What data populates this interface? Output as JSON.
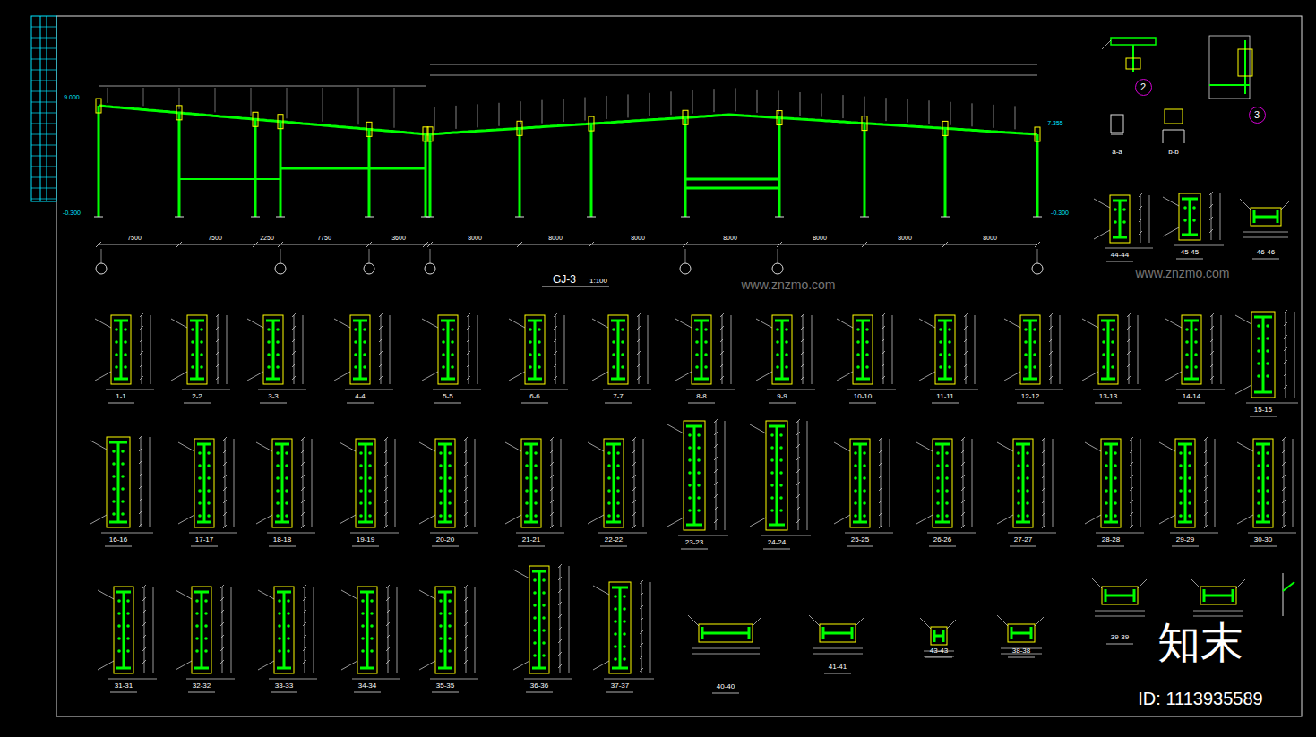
{
  "diagram": {
    "title": "GJ-3",
    "nodes": [
      {
        "text": [
          "2"
        ]
      },
      {
        "text": [
          "3"
        ]
      }
    ],
    "labels": [
      "1:100",
      "1-1",
      "2-2",
      "3-3",
      "4-4",
      "5-5",
      "6-6",
      "7-7",
      "8-8",
      "9-9",
      "10-10",
      "11-11",
      "12-12",
      "13-13",
      "14-14",
      "15-15",
      "16-16",
      "17-17",
      "18-18",
      "19-19",
      "20-20",
      "21-21",
      "22-22",
      "23-23",
      "24-24",
      "25-25",
      "26-26",
      "27-27",
      "28-28",
      "29-29",
      "30-30",
      "31-31",
      "32-32",
      "33-33",
      "34-34",
      "35-35",
      "36-36",
      "37-37",
      "40-40",
      "41-41",
      "43-43",
      "38-38",
      "39-39",
      "44-44",
      "45-45",
      "46-46",
      "a-a",
      "b-b",
      "7500",
      "7500",
      "2250",
      "7750",
      "3600",
      "8000",
      "8000",
      "8000",
      "8000",
      "8000",
      "8000",
      "8000",
      "9.000",
      "7.355",
      "-0.300",
      "-0.300",
      "www.znzmo.com",
      "www.znzmo.com",
      "知末",
      "ID: 1113935589"
    ]
  }
}
